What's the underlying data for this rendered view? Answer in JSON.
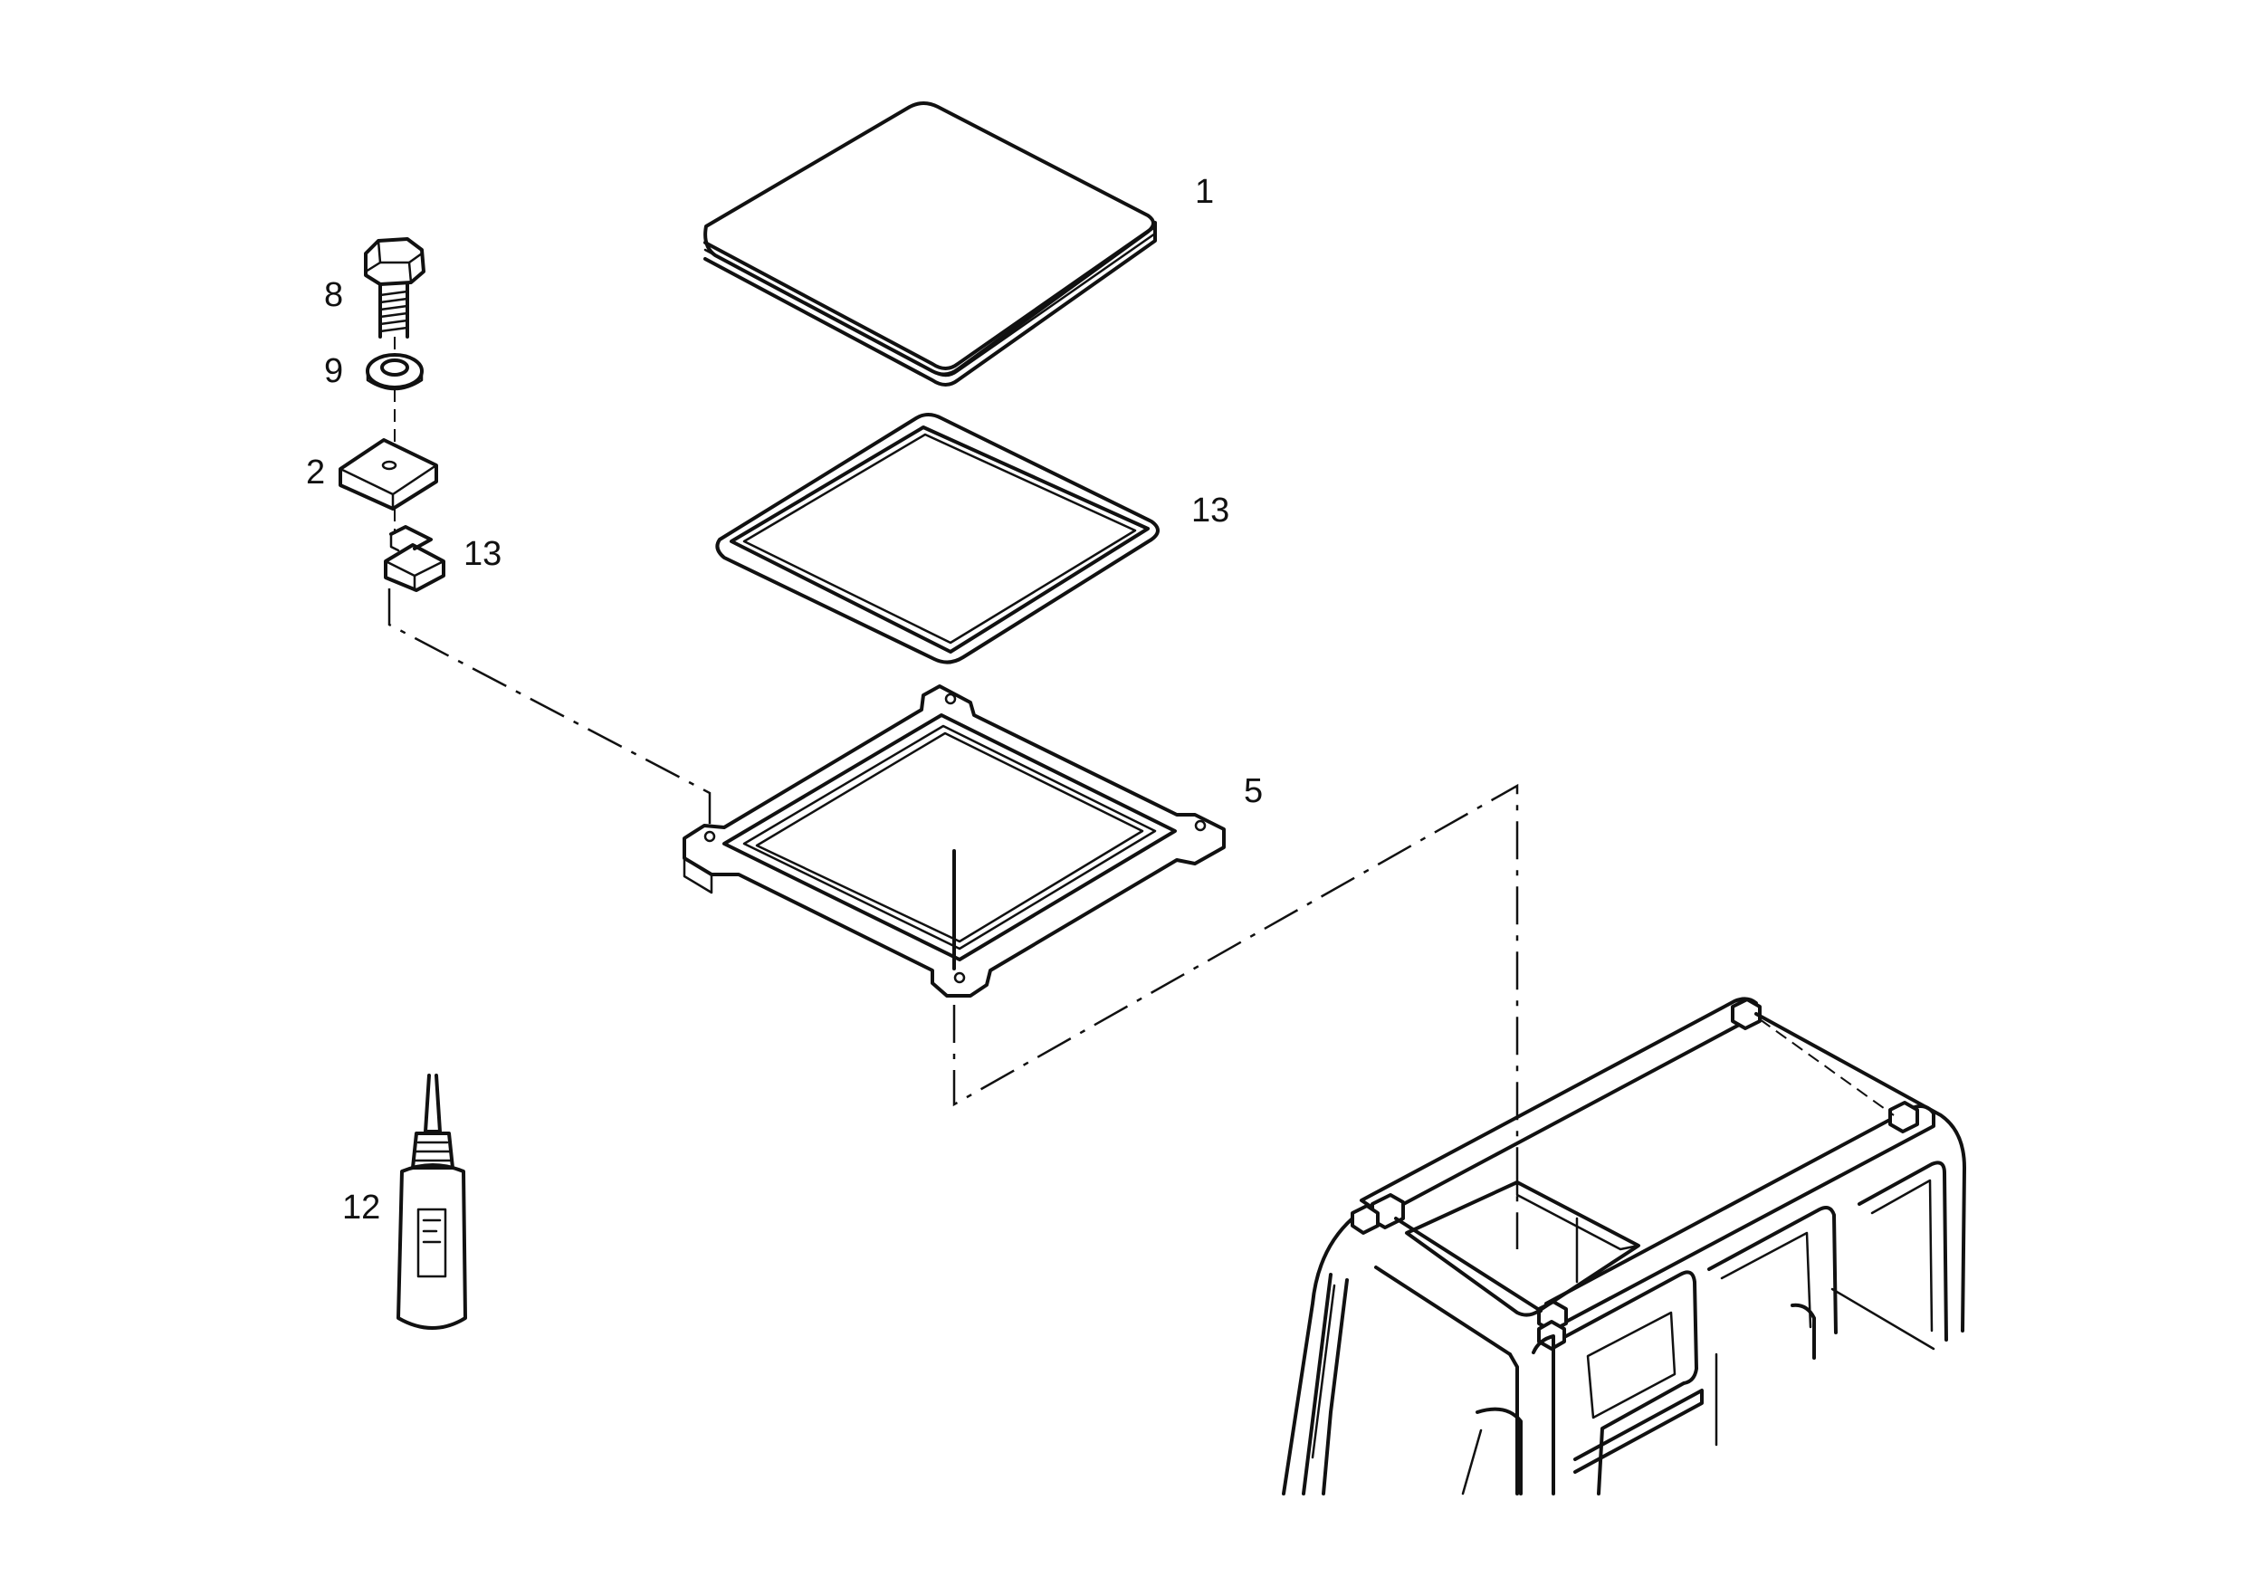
{
  "callouts": {
    "c1": "1",
    "c13a": "13",
    "c5": "5",
    "c8": "8",
    "c9": "9",
    "c2": "2",
    "c13b": "13",
    "c12": "12"
  },
  "colors": {
    "line": "#111111",
    "background": "#ffffff"
  }
}
